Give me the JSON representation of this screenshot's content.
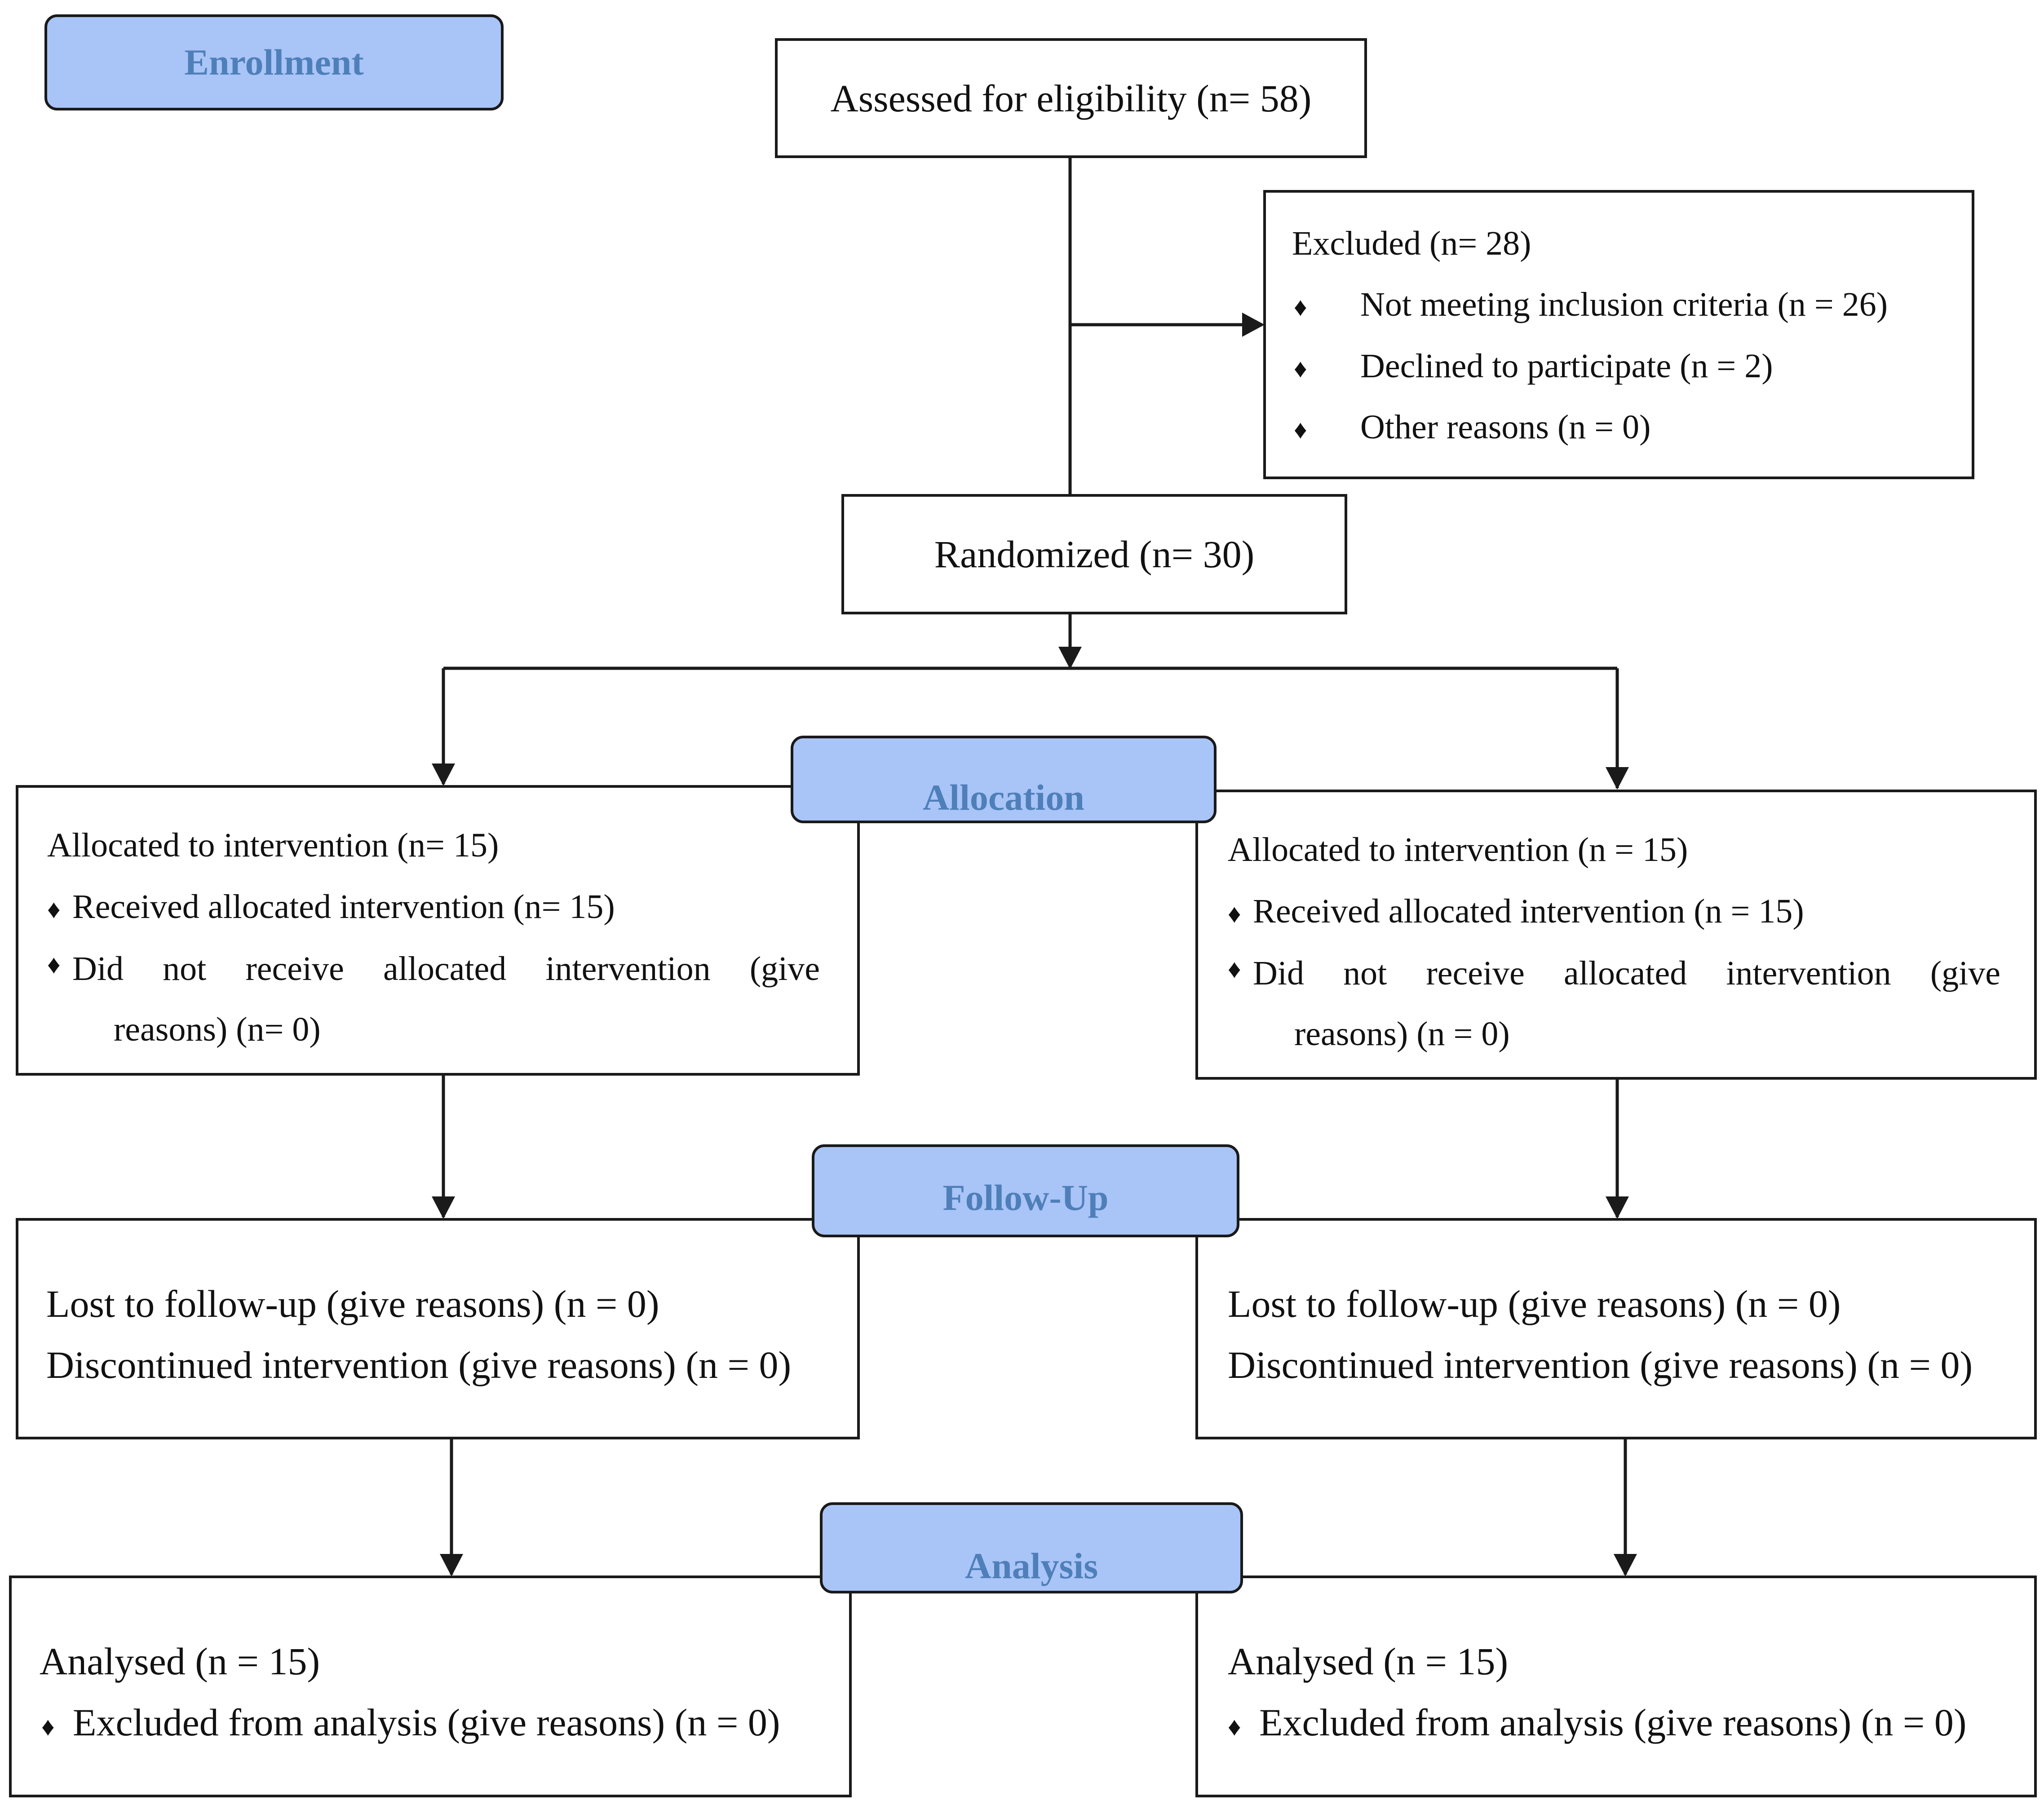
{
  "stages": {
    "enrollment": "Enrollment",
    "allocation": "Allocation",
    "follow_up": "Follow-Up",
    "analysis": "Analysis"
  },
  "assessed": "Assessed for eligibility (n= 58)",
  "excluded": {
    "title": "Excluded (n= 28)",
    "bullet": "♦",
    "items": [
      "Not meeting inclusion criteria (n = 26)",
      "Declined to participate (n = 2)",
      "Other reasons (n = 0)"
    ]
  },
  "randomized": "Randomized (n= 30)",
  "allocation_left": {
    "title": "Allocated to intervention (n= 15)",
    "received": "Received allocated intervention (n= 15)",
    "not_received": "Did not receive allocated intervention (give",
    "not_received_cont": "reasons) (n= 0)"
  },
  "allocation_right": {
    "title": "Allocated to intervention (n = 15)",
    "received": "Received allocated intervention (n = 15)",
    "not_received": "Did not receive allocated intervention (give",
    "not_received_cont": "reasons) (n = 0)"
  },
  "followup_left": {
    "lost": "Lost to follow-up (give reasons) (n = 0)",
    "discontinued": "Discontinued intervention (give reasons) (n = 0)"
  },
  "followup_right": {
    "lost": "Lost to follow-up (give reasons) (n = 0)",
    "discontinued": "Discontinued intervention (give reasons) (n = 0)"
  },
  "analysis_left": {
    "analysed": "Analysed (n = 15)",
    "excluded": "Excluded from analysis (give reasons) (n = 0)"
  },
  "analysis_right": {
    "analysed": "Analysed (n = 15)",
    "excluded": "Excluded from analysis (give reasons) (n = 0)"
  },
  "colors": {
    "stage_fill": "#a9c4f7",
    "stage_text": "#4f7fb8",
    "line": "#1a1a1a"
  }
}
